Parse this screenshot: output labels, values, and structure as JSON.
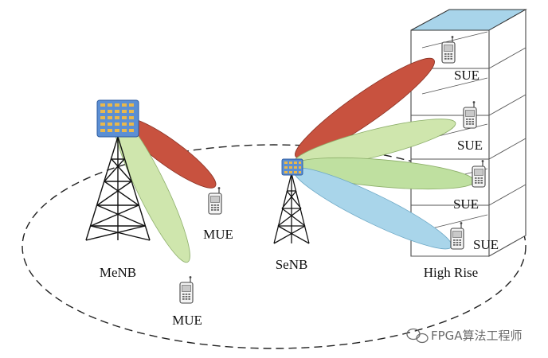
{
  "labels": {
    "menb": "MeNB",
    "senb": "SeNB",
    "mue_1": "MUE",
    "mue_2": "MUE",
    "sue_1": "SUE",
    "sue_2": "SUE",
    "sue_3": "SUE",
    "sue_4": "SUE",
    "building": "High Rise"
  },
  "watermark": "FPGA算法工程师",
  "colors": {
    "beam_red": "#c8523f",
    "beam_green": "#cfe6ad",
    "beam_blue": "#a9d5ea",
    "antenna_panel": "#5b8fd4",
    "antenna_element": "#e9b84c",
    "building_roof": "#a8d4ea"
  },
  "icons": {
    "watermark_icon": "wechat-bubble-icon",
    "device_icon": "mobile-phone-icon",
    "tower_icon": "lattice-tower-icon"
  }
}
